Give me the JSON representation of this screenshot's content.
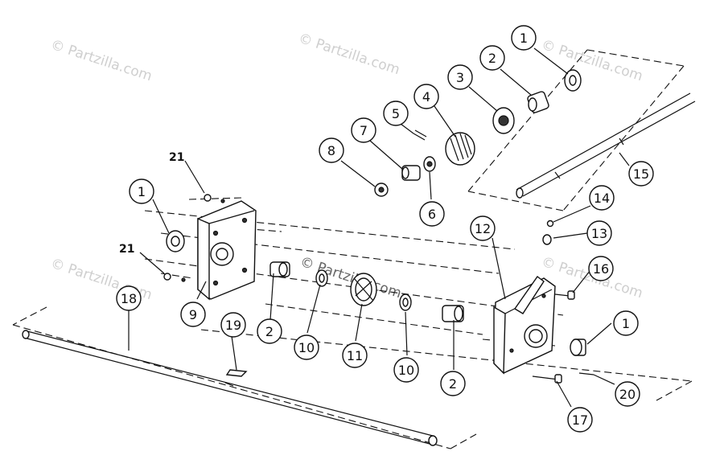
{
  "watermark": {
    "symbol": "©",
    "text": "Partzilla.com"
  },
  "callouts": [
    {
      "id": "c1a",
      "label": "1"
    },
    {
      "id": "c2a",
      "label": "2"
    },
    {
      "id": "c3",
      "label": "3"
    },
    {
      "id": "c4",
      "label": "4"
    },
    {
      "id": "c5",
      "label": "5"
    },
    {
      "id": "c7",
      "label": "7"
    },
    {
      "id": "c8",
      "label": "8"
    },
    {
      "id": "c6",
      "label": "6"
    },
    {
      "id": "c15",
      "label": "15"
    },
    {
      "id": "c14",
      "label": "14"
    },
    {
      "id": "c13",
      "label": "13"
    },
    {
      "id": "c12",
      "label": "12"
    },
    {
      "id": "c16",
      "label": "16"
    },
    {
      "id": "c1b",
      "label": "1"
    },
    {
      "id": "c1c",
      "label": "1"
    },
    {
      "id": "c9",
      "label": "9"
    },
    {
      "id": "c2b",
      "label": "2"
    },
    {
      "id": "c10a",
      "label": "10"
    },
    {
      "id": "c11",
      "label": "11"
    },
    {
      "id": "c10b",
      "label": "10"
    },
    {
      "id": "c2c",
      "label": "2"
    },
    {
      "id": "c18",
      "label": "18"
    },
    {
      "id": "c19",
      "label": "19"
    },
    {
      "id": "c17",
      "label": "17"
    },
    {
      "id": "c20",
      "label": "20"
    }
  ],
  "bold_labels": [
    {
      "id": "b21a",
      "label": "21"
    },
    {
      "id": "b21b",
      "label": "21"
    }
  ]
}
